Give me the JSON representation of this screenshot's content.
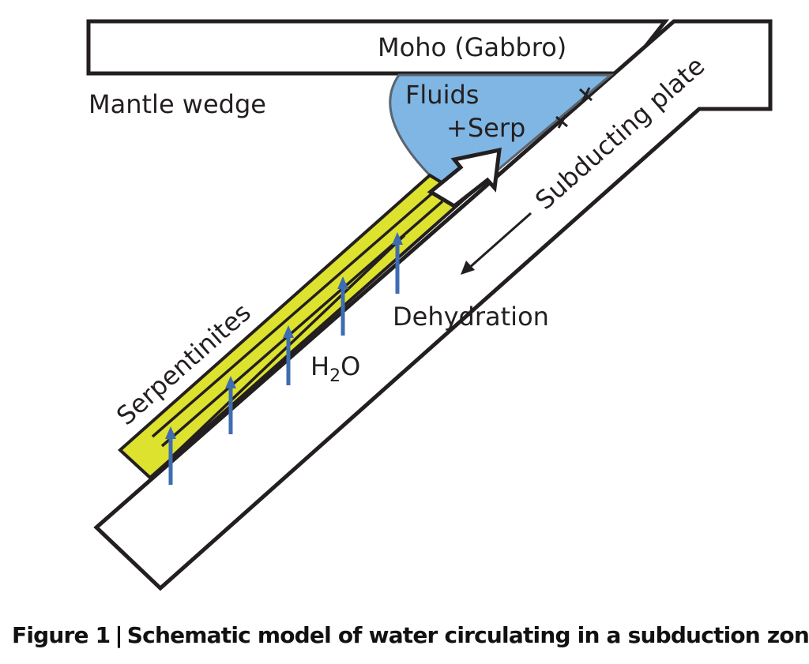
{
  "labels": {
    "moho": "Moho (Gabbro)",
    "mantle_wedge": "Mantle wedge",
    "fluids": "Fluids",
    "serp": "+Serp",
    "subducting_plate": "Subducting plate",
    "dehydration": "Dehydration",
    "serpentinites": "Serpentinites",
    "h2o_main": "H",
    "h2o_sub": "2",
    "h2o_tail": "O"
  },
  "caption": {
    "figure_number": "Figure 1",
    "separator": "|",
    "text": "Schematic model of water circulating in a subduction zone."
  },
  "colors": {
    "outline": "#231f20",
    "fluids_fill": "#7fb6e3",
    "serpentinite_fill": "#dde22f",
    "water_arrow": "#3e6db0",
    "background": "#ffffff"
  }
}
